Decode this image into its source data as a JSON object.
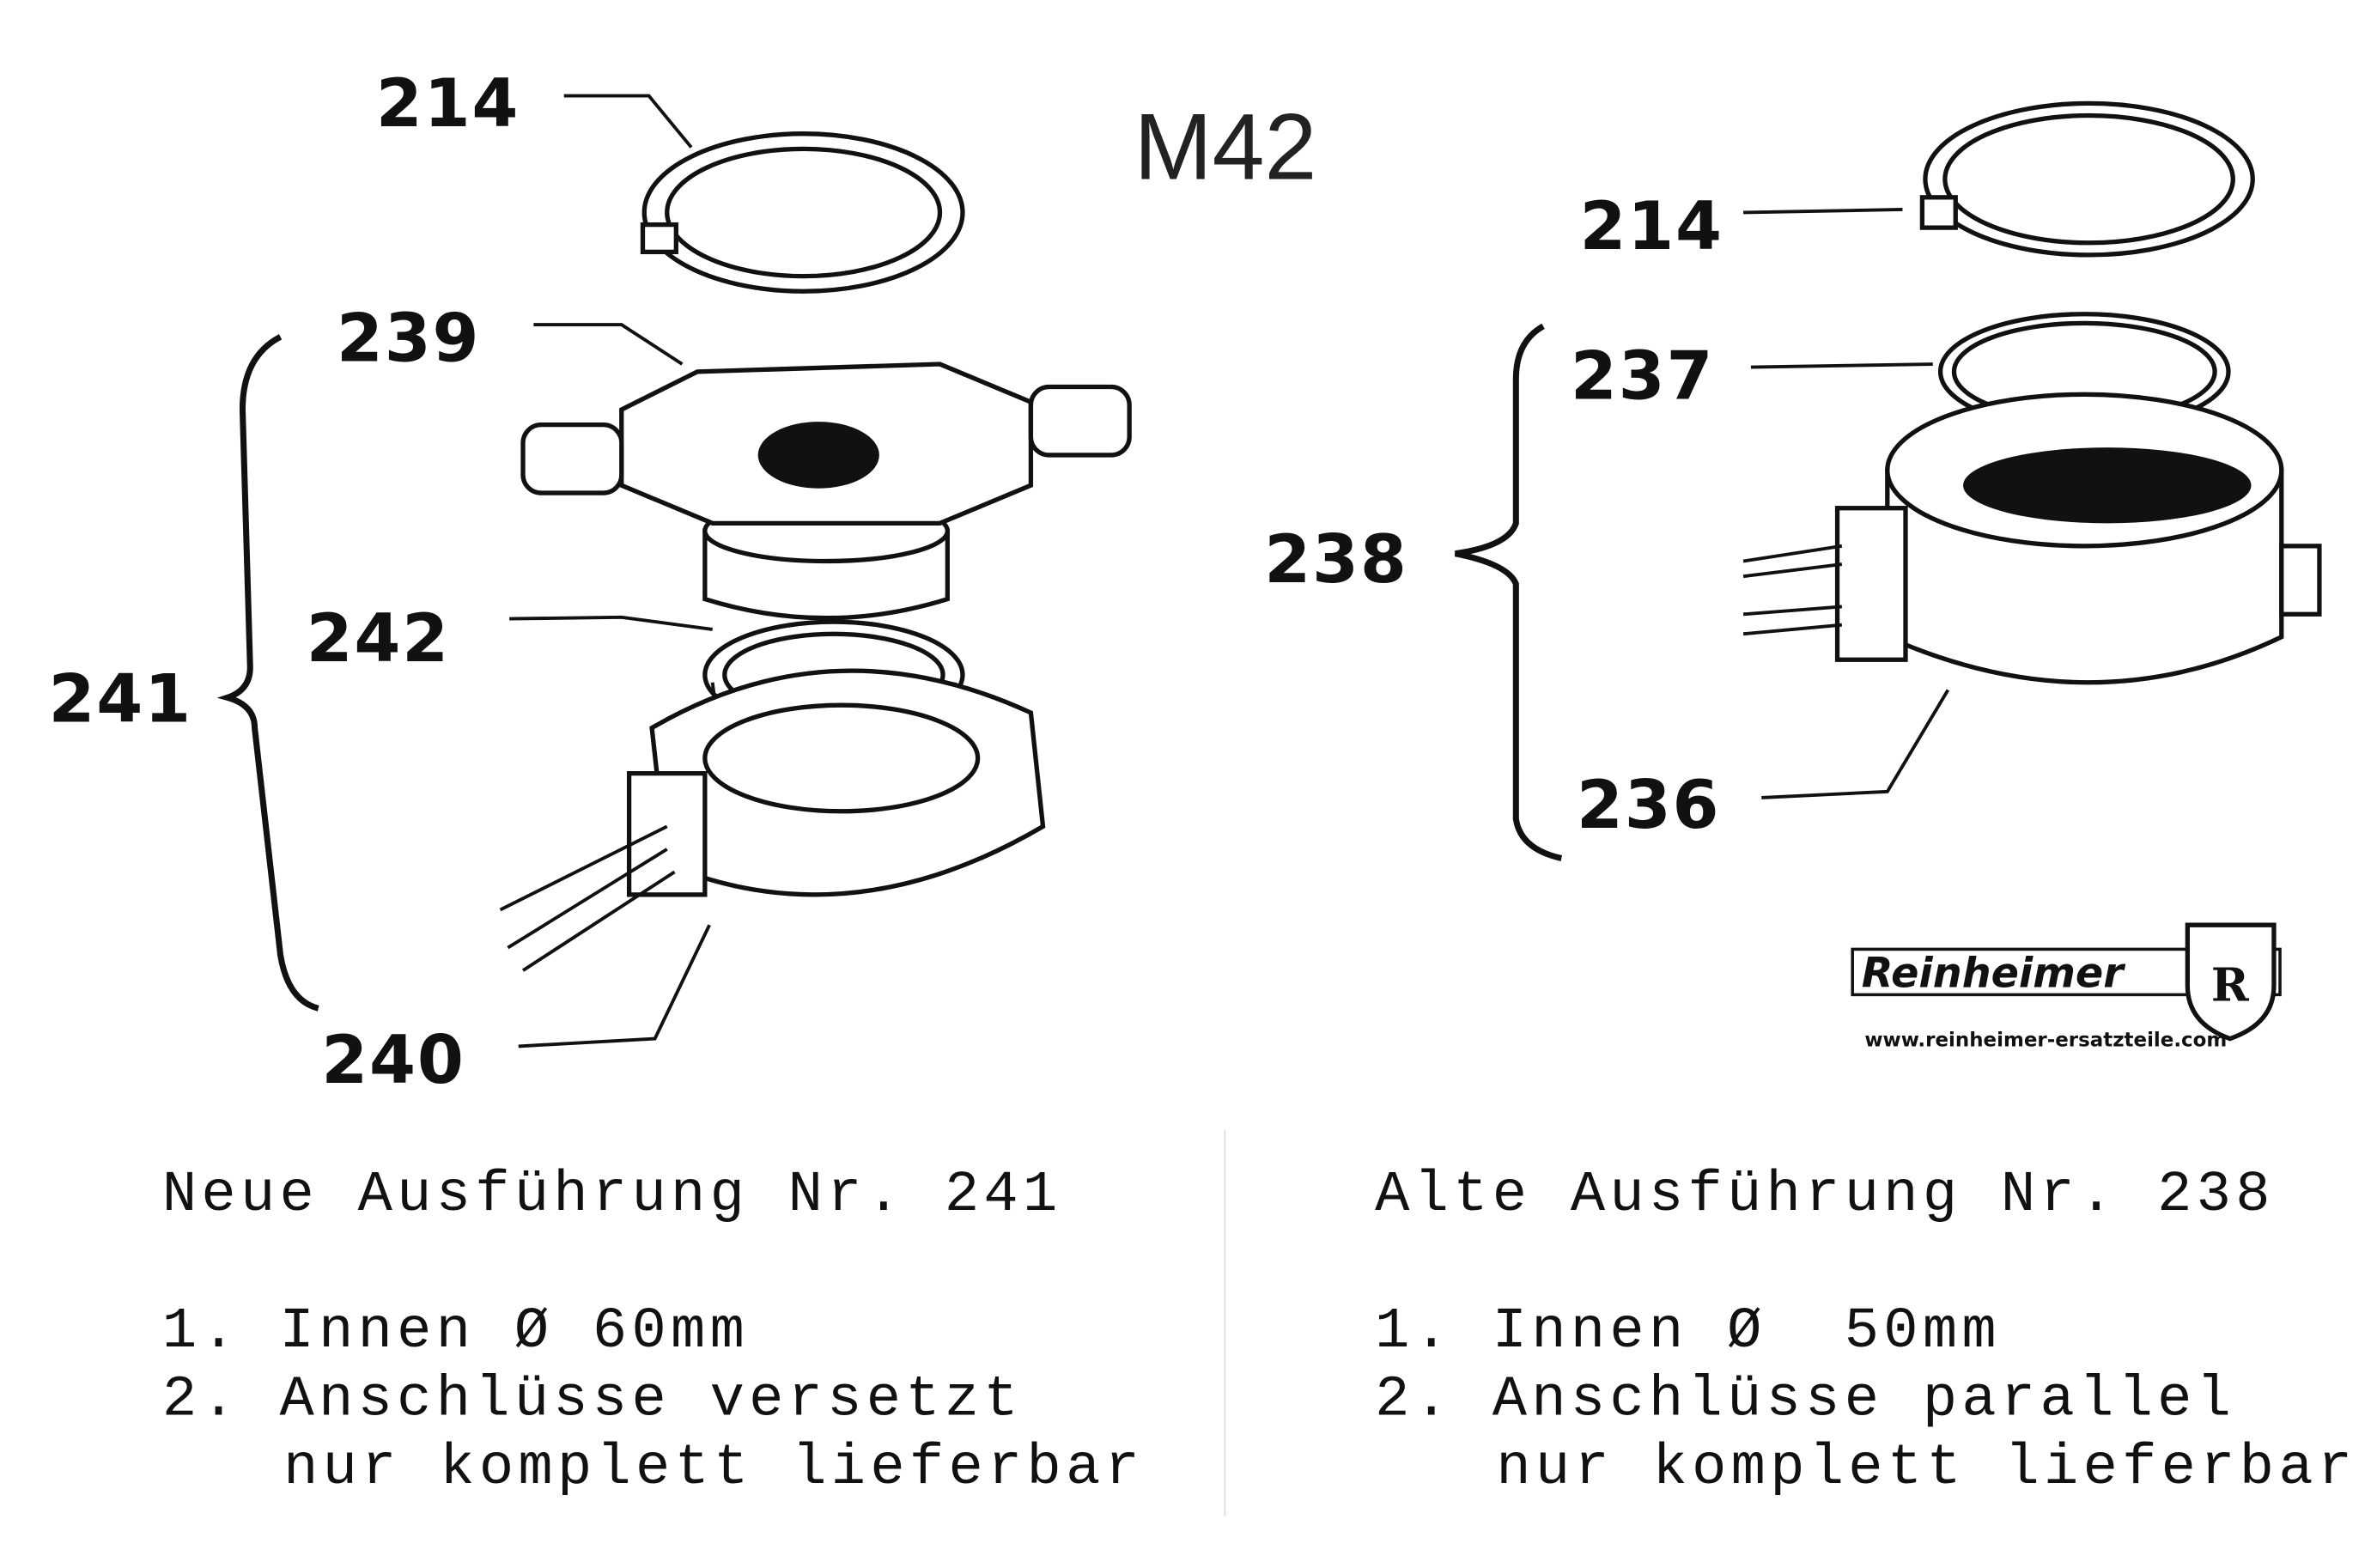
{
  "title": "M42",
  "labels": {
    "ring_left": "214",
    "bearing_top": "239",
    "seal_left": "242",
    "assembly_new": "241",
    "housing_left": "240",
    "ring_right": "214",
    "seal_right": "237",
    "assembly_old": "238",
    "housing_right": "236"
  },
  "logo": {
    "brand": "Reinheimer",
    "emblem": "R",
    "url": "www.reinheimer-ersatzteile.com"
  },
  "left_text": {
    "heading": "Neue Ausführung Nr. 241",
    "line1": "1. Innen Ø 60mm",
    "line2": "2. Anschlüsse versetzt",
    "line3": "nur komplett lieferbar"
  },
  "right_text": {
    "heading": "Alte Ausführung Nr. 238",
    "line1": "1. Innen Ø  50mm",
    "line2": "2. Anschlüsse parallel",
    "line3": "nur komplett lieferbar"
  }
}
